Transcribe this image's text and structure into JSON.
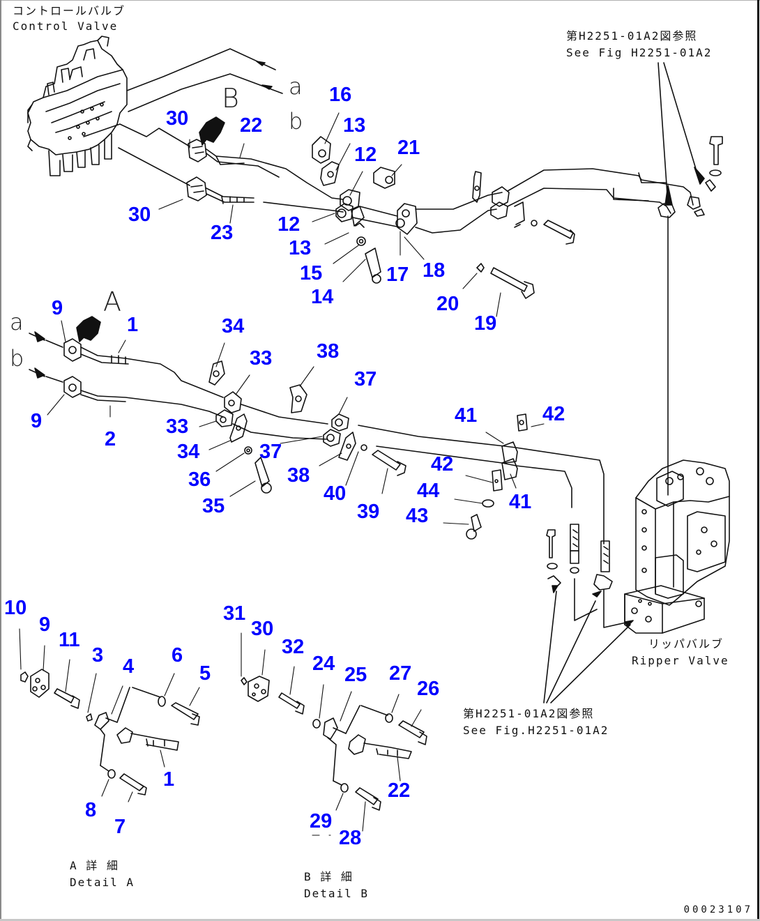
{
  "title_blocks": {
    "control_valve": {
      "jp": "コントロールバルブ",
      "en": "Control Valve"
    },
    "see_fig_top": {
      "jp": "第H2251-01A2図参照",
      "en": "See Fig H2251-01A2"
    },
    "ripper_valve": {
      "jp": "リッパバルブ",
      "en": "Ripper Valve"
    },
    "see_fig_bottom": {
      "jp": "第H2251-01A2図参照",
      "en": "See Fig.H2251-01A2"
    },
    "detail_a": {
      "jp": "A 詳 細",
      "en": "Detail A"
    },
    "detail_b": {
      "jp": "B 詳 細",
      "en": "Detail B"
    }
  },
  "view_markers": {
    "A": "A",
    "B": "B",
    "a_top": "a",
    "b_top": "b",
    "a_mid": "a",
    "b_mid": "b"
  },
  "document_number": "00023107",
  "label_color": "#0000ff",
  "part_labels": [
    {
      "id": "16",
      "group": "upper"
    },
    {
      "id": "13",
      "group": "upper"
    },
    {
      "id": "30",
      "group": "upper"
    },
    {
      "id": "22",
      "group": "upper"
    },
    {
      "id": "12",
      "group": "upper"
    },
    {
      "id": "21",
      "group": "upper"
    },
    {
      "id": "30",
      "group": "upper"
    },
    {
      "id": "23",
      "group": "upper"
    },
    {
      "id": "12",
      "group": "upper"
    },
    {
      "id": "13",
      "group": "upper"
    },
    {
      "id": "15",
      "group": "upper"
    },
    {
      "id": "17",
      "group": "upper"
    },
    {
      "id": "18",
      "group": "upper"
    },
    {
      "id": "14",
      "group": "upper"
    },
    {
      "id": "20",
      "group": "upper"
    },
    {
      "id": "19",
      "group": "upper"
    },
    {
      "id": "9",
      "group": "middle"
    },
    {
      "id": "1",
      "group": "middle"
    },
    {
      "id": "34",
      "group": "middle"
    },
    {
      "id": "33",
      "group": "middle"
    },
    {
      "id": "38",
      "group": "middle"
    },
    {
      "id": "37",
      "group": "middle"
    },
    {
      "id": "9",
      "group": "middle"
    },
    {
      "id": "2",
      "group": "middle"
    },
    {
      "id": "33",
      "group": "middle"
    },
    {
      "id": "34",
      "group": "middle"
    },
    {
      "id": "37",
      "group": "middle"
    },
    {
      "id": "36",
      "group": "middle"
    },
    {
      "id": "38",
      "group": "middle"
    },
    {
      "id": "35",
      "group": "middle"
    },
    {
      "id": "40",
      "group": "middle"
    },
    {
      "id": "39",
      "group": "middle"
    },
    {
      "id": "41",
      "group": "middle"
    },
    {
      "id": "42",
      "group": "middle"
    },
    {
      "id": "42",
      "group": "middle"
    },
    {
      "id": "44",
      "group": "middle"
    },
    {
      "id": "41",
      "group": "middle"
    },
    {
      "id": "43",
      "group": "middle"
    },
    {
      "id": "10",
      "group": "detail-a"
    },
    {
      "id": "9",
      "group": "detail-a"
    },
    {
      "id": "11",
      "group": "detail-a"
    },
    {
      "id": "3",
      "group": "detail-a"
    },
    {
      "id": "4",
      "group": "detail-a"
    },
    {
      "id": "6",
      "group": "detail-a"
    },
    {
      "id": "5",
      "group": "detail-a"
    },
    {
      "id": "1",
      "group": "detail-a"
    },
    {
      "id": "8",
      "group": "detail-a"
    },
    {
      "id": "7",
      "group": "detail-a"
    },
    {
      "id": "31",
      "group": "detail-b"
    },
    {
      "id": "30",
      "group": "detail-b"
    },
    {
      "id": "32",
      "group": "detail-b"
    },
    {
      "id": "24",
      "group": "detail-b"
    },
    {
      "id": "25",
      "group": "detail-b"
    },
    {
      "id": "27",
      "group": "detail-b"
    },
    {
      "id": "26",
      "group": "detail-b"
    },
    {
      "id": "22",
      "group": "detail-b"
    },
    {
      "id": "29",
      "group": "detail-b"
    },
    {
      "id": "28",
      "group": "detail-b"
    }
  ]
}
